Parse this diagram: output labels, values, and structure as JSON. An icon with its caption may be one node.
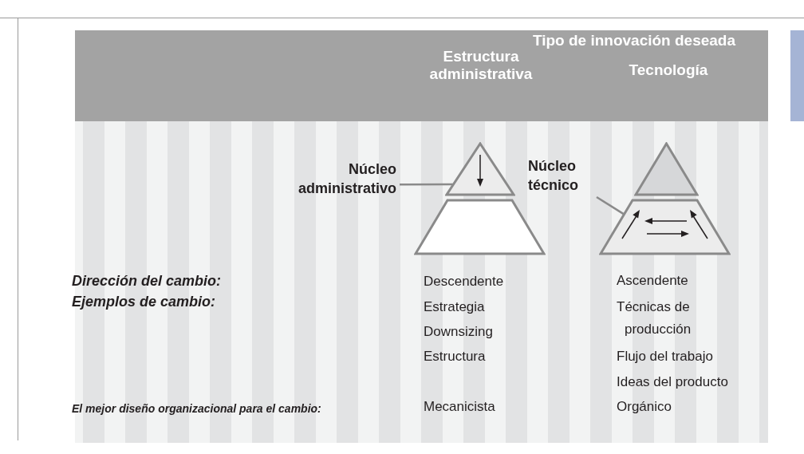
{
  "diagram": {
    "title": "Tipo de innovación deseada",
    "nodes": [
      {
        "text": [
          "Núcleo administrativo"
        ]
      },
      {
        "text": [],
        "shape": "triangle"
      },
      {
        "text": [],
        "shape": "trapezoid"
      },
      {
        "text": [
          "Núcleo técnico"
        ]
      },
      {
        "text": [],
        "shape": "triangle"
      },
      {
        "text": [],
        "shape": "trapezoid"
      },
      {
        "text": [],
        "shape": "bar"
      }
    ],
    "edges": [
      {
        "from": 0,
        "to": 1,
        "arrow": "none"
      },
      {
        "from": 3,
        "to": 5,
        "arrow": "none"
      }
    ],
    "labels": [
      "Estructura administrativa",
      "Tecnología",
      "Dirección del cambio:",
      "Descendente",
      "Ascendente",
      "Ejemplos de cambio:",
      "Estrategia",
      "Técnicas de producción",
      "Downsizing",
      "Estructura",
      "Flujo del trabajo",
      "Ideas del producto",
      "El mejor diseño organizacional para el cambio:",
      "Mecanicista",
      "Orgánico"
    ]
  }
}
